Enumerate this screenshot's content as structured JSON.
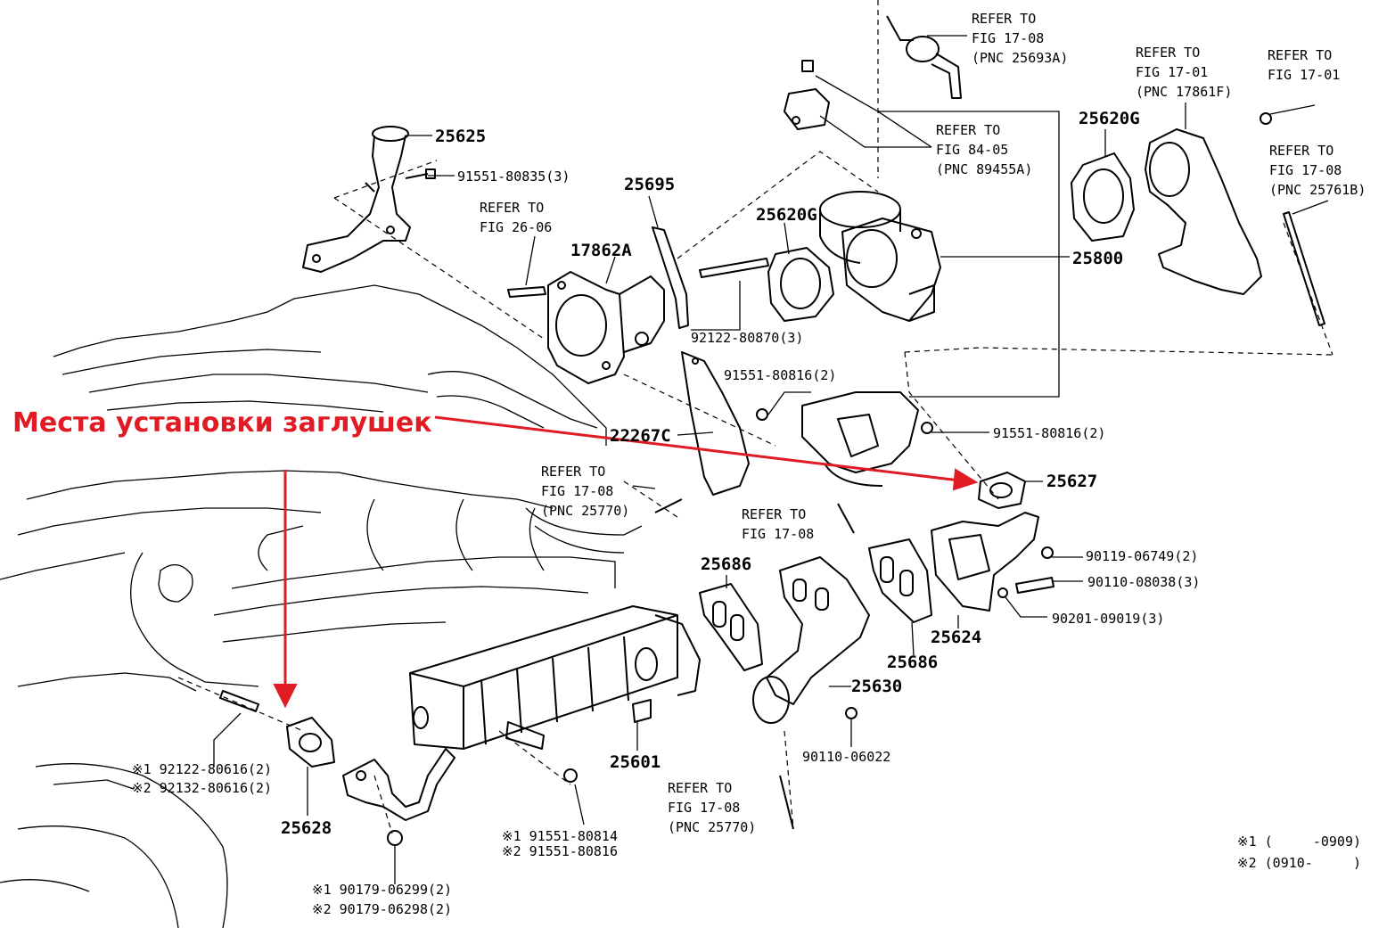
{
  "annotation": {
    "text": "Места установки заглушек",
    "color": "#e01b24"
  },
  "refers": {
    "r1": [
      "REFER TO",
      "FIG 17-08",
      "(PNC 25693A)"
    ],
    "r2": [
      "REFER TO",
      "FIG 17-01",
      "(PNC 17861F)"
    ],
    "r3": [
      "REFER TO",
      "FIG 17-01"
    ],
    "r4": [
      "REFER TO",
      "FIG 84-05",
      "(PNC 89455A)"
    ],
    "r5": [
      "REFER TO",
      "FIG 17-08",
      "(PNC 25761B)"
    ],
    "r6": [
      "REFER TO",
      "FIG 26-06"
    ],
    "r7": [
      "REFER TO",
      "FIG 17-08",
      "(PNC 25770)"
    ],
    "r8": [
      "REFER TO",
      "FIG 17-08"
    ],
    "r9": [
      "REFER TO",
      "FIG 17-08",
      "(PNC 25770)"
    ]
  },
  "parts": {
    "p25625": "25625",
    "b91551_80835": "91551-80835(3)",
    "p25695": "25695",
    "p17862A": "17862A",
    "p25620G_a": "25620G",
    "p25620G_b": "25620G",
    "p25800": "25800",
    "b92122_80870": "92122-80870(3)",
    "b91551_80816_a": "91551-80816(2)",
    "b91551_80816_b": "91551-80816(2)",
    "p22267C": "22267C",
    "p25627": "25627",
    "b90119_06749": "90119-06749(2)",
    "b90110_08038": "90110-08038(3)",
    "b90201_09019": "90201-09019(3)",
    "p25686_a": "25686",
    "p25686_b": "25686",
    "p25624": "25624",
    "p25630": "25630",
    "b90110_06022": "90110-06022",
    "p25601": "25601",
    "p25628": "25628"
  },
  "multi": {
    "m1": [
      "※1 92122-80616(2)",
      "※2 92132-80616(2)"
    ],
    "m2": [
      "※1 91551-80814",
      "※2 91551-80816"
    ],
    "m3": [
      "※1 90179-06299(2)",
      "※2 90179-06298(2)"
    ]
  },
  "legend": [
    "※1 (     -0909)",
    "※2 (0910-     )"
  ]
}
